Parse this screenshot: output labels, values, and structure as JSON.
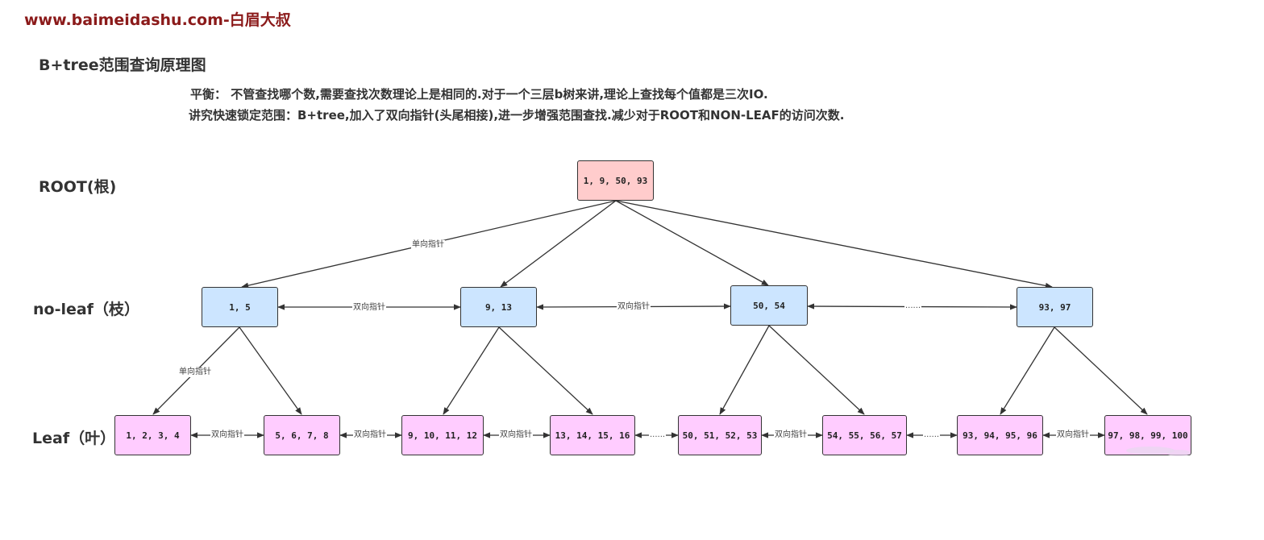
{
  "watermark": "www.baimeidashu.com-白眉大叔",
  "title": "B+tree范围查询原理图",
  "description": {
    "line1": "平衡： 不管查找哪个数,需要查找次数理论上是相同的.对于一个三层b树来讲,理论上查找每个值都是三次IO.",
    "line2": "讲究快速锁定范围：B+tree,加入了双向指针(头尾相接),进一步增强范围查找.减少对于ROOT和NON-LEAF的访问次数."
  },
  "levels": {
    "root": "ROOT(根)",
    "branch": "no-leaf（枝）",
    "leaf": "Leaf（叶）"
  },
  "nodes": {
    "root": "1, 9, 50, 93",
    "branch": [
      "1, 5",
      "9, 13",
      "50, 54",
      "93, 97"
    ],
    "leaf": [
      "1, 2, 3, 4",
      "5, 6, 7, 8",
      "9, 10, 11, 12",
      "13, 14, 15, 16",
      "50, 51, 52, 53",
      "54, 55, 56, 57",
      "93, 94, 95, 96",
      "97, 98, 99, 100"
    ]
  },
  "edge_labels": {
    "one_way": "单向指针",
    "two_way": "双向指针",
    "ellipsis": "......"
  },
  "colors": {
    "root_fill": "#ffcccc",
    "branch_fill": "#cce5ff",
    "leaf_fill": "#ffccff",
    "stroke": "#333333"
  }
}
